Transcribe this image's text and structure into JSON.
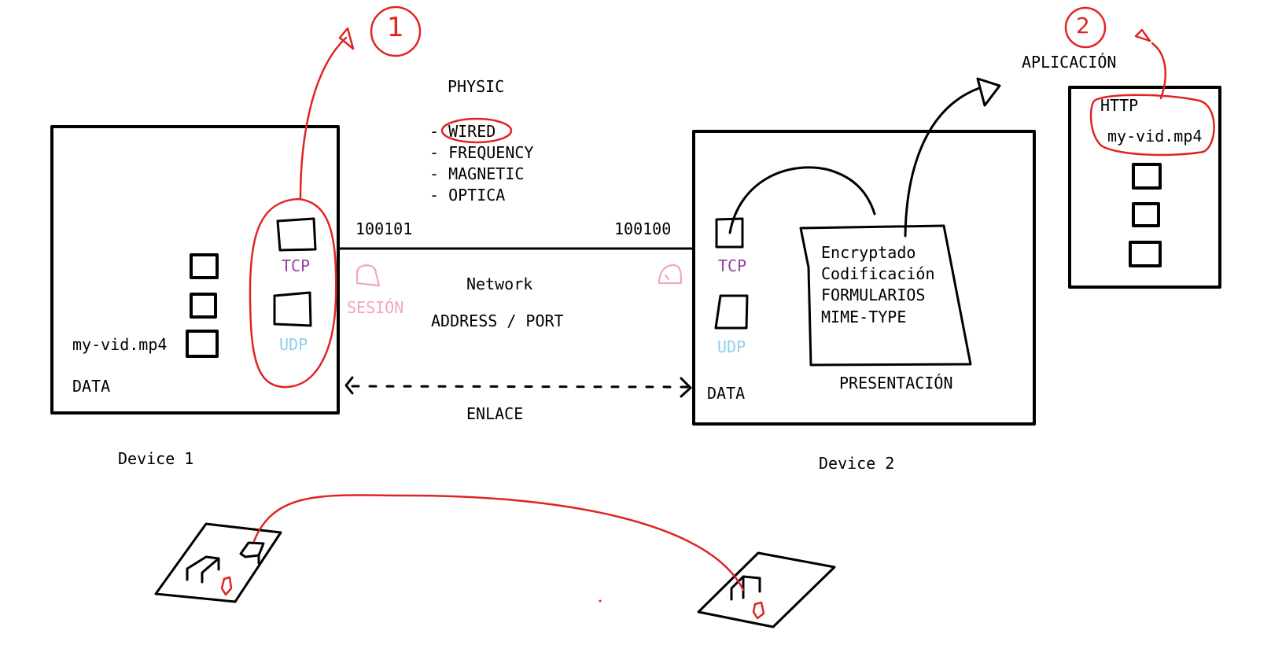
{
  "annotations": {
    "marker_1": "1",
    "marker_2": "2"
  },
  "physical": {
    "title": "PHYSIC",
    "items": [
      "- WIRED",
      "- FREQUENCY",
      "- MAGNETIC",
      "- OPTICA"
    ]
  },
  "device1": {
    "caption": "Device 1",
    "data_label": "DATA",
    "file_label": "my-vid.mp4",
    "tcp_label": "TCP",
    "udp_label": "UDP",
    "bits": "100101"
  },
  "device2": {
    "caption": "Device 2",
    "data_label": "DATA",
    "tcp_label": "TCP",
    "udp_label": "UDP",
    "bits": "100100",
    "presentation": {
      "label": "PRESENTACIÓN",
      "lines": [
        "Encryptado",
        "Codificación",
        "FORMULARIOS",
        "MIME-TYPE"
      ]
    }
  },
  "network": {
    "session_label": "SESIÓN",
    "network_label": "Network",
    "address_label": "ADDRESS / PORT",
    "link_label": "ENLACE"
  },
  "application": {
    "title": "APLICACIÓN",
    "protocol": "HTTP",
    "file_label": "my-vid.mp4"
  },
  "colors": {
    "annotation_red": "#e02424",
    "tcp_purple": "#9a3ea8",
    "udp_blue": "#8fd0ea",
    "session_pink": "#f2a6c0"
  }
}
